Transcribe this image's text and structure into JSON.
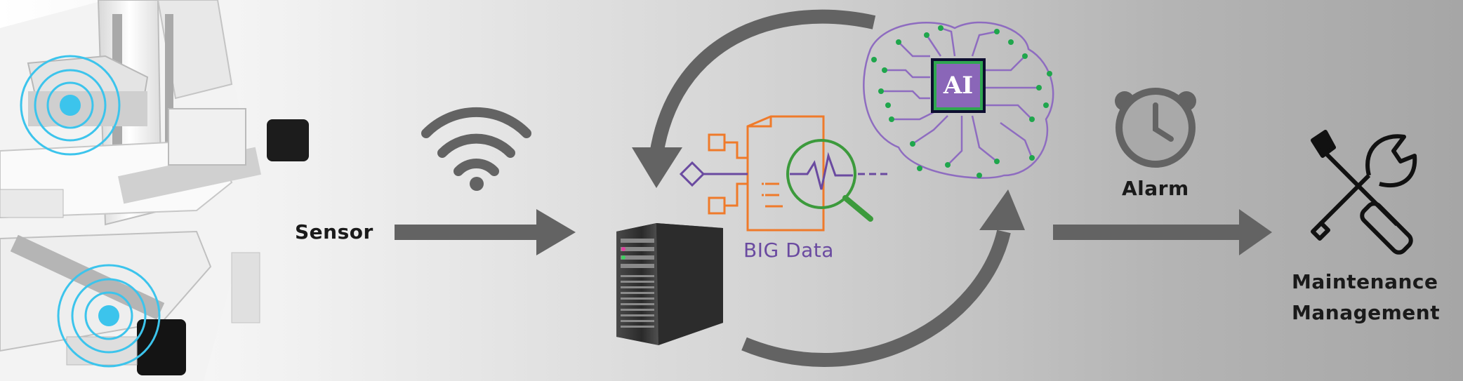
{
  "labels": {
    "sensor": "Sensor",
    "big_data": "BIG Data",
    "ai": "AI",
    "alarm": "Alarm",
    "maintenance_line1": "Maintenance",
    "maintenance_line2": "Management"
  },
  "colors": {
    "arrow": "#636363",
    "sensor_wave": "#3cc4ec",
    "bigdata_orange": "#ef7a2a",
    "bigdata_purple": "#6a4aa0",
    "bigdata_green": "#3c9a3c",
    "ai_circuit_purple": "#8e6cc0",
    "ai_node_green": "#1fa64c"
  },
  "icons": [
    "wifi-icon",
    "server-icon",
    "big-data-icon",
    "ai-brain-icon",
    "alarm-clock-icon",
    "maintenance-tools-icon"
  ]
}
